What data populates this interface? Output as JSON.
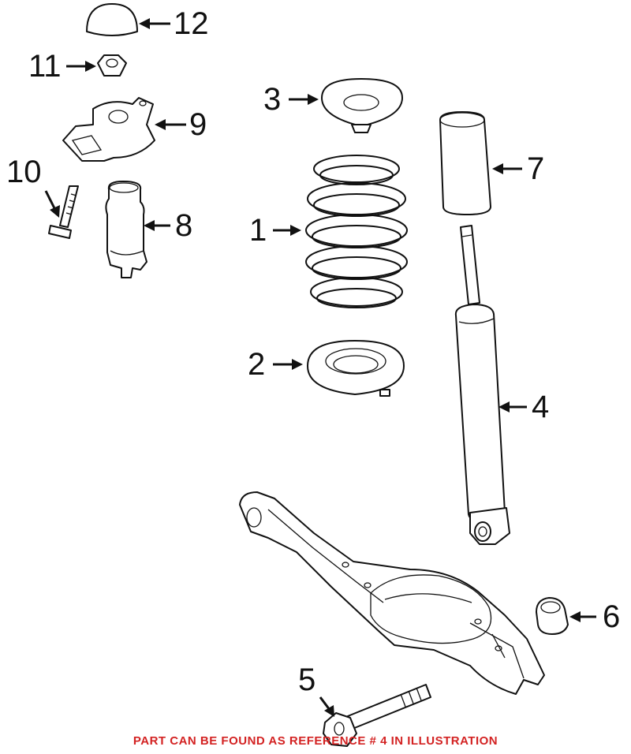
{
  "callouts": {
    "c1": "1",
    "c2": "2",
    "c3": "3",
    "c4": "4",
    "c5": "5",
    "c6": "6",
    "c7": "7",
    "c8": "8",
    "c9": "9",
    "c10": "10",
    "c11": "11",
    "c12": "12"
  },
  "footer_note": "PART CAN BE FOUND AS REFERENCE # 4 IN ILLUSTRATION",
  "colors": {
    "note": "#d32222",
    "lines": "#111111"
  }
}
